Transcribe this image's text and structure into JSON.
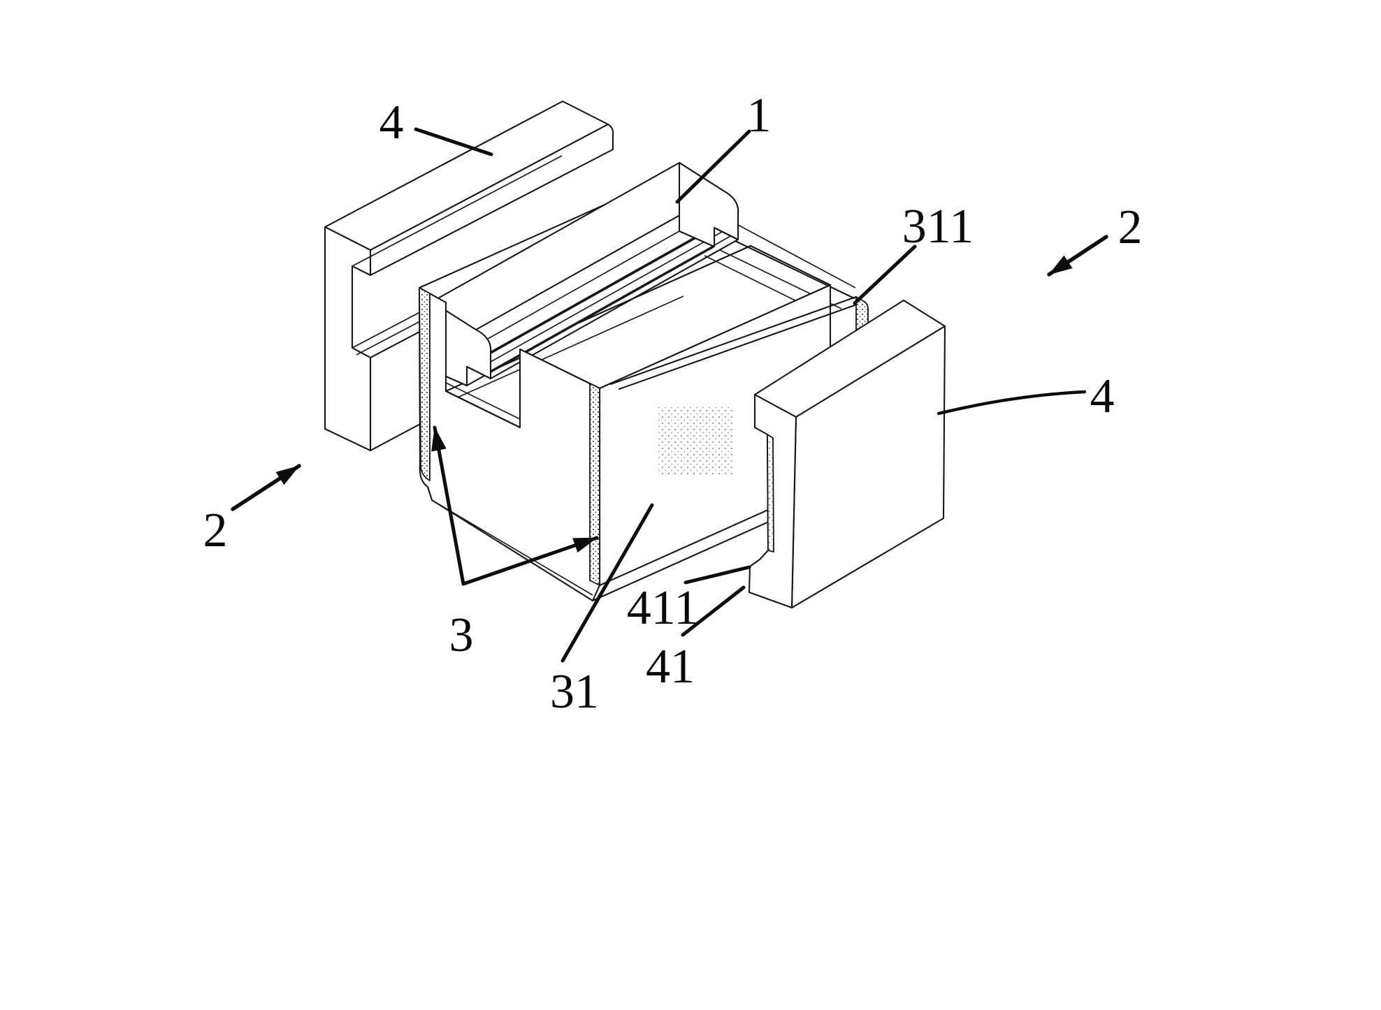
{
  "figure": {
    "type": "patent-exploded-isometric-drawing",
    "background_color": "#ffffff",
    "line_color": "#161616",
    "annotation_color": "#0d0d0d"
  },
  "labels": [
    {
      "name": "ref-4-left",
      "text": "4"
    },
    {
      "name": "ref-1",
      "text": "1"
    },
    {
      "name": "ref-311",
      "text": "311"
    },
    {
      "name": "ref-2-right",
      "text": "2"
    },
    {
      "name": "ref-4-right",
      "text": "4"
    },
    {
      "name": "ref-2-left",
      "text": "2"
    },
    {
      "name": "ref-3",
      "text": "3"
    },
    {
      "name": "ref-31",
      "text": "31"
    },
    {
      "name": "ref-411",
      "text": "411"
    },
    {
      "name": "ref-41",
      "text": "41"
    }
  ]
}
